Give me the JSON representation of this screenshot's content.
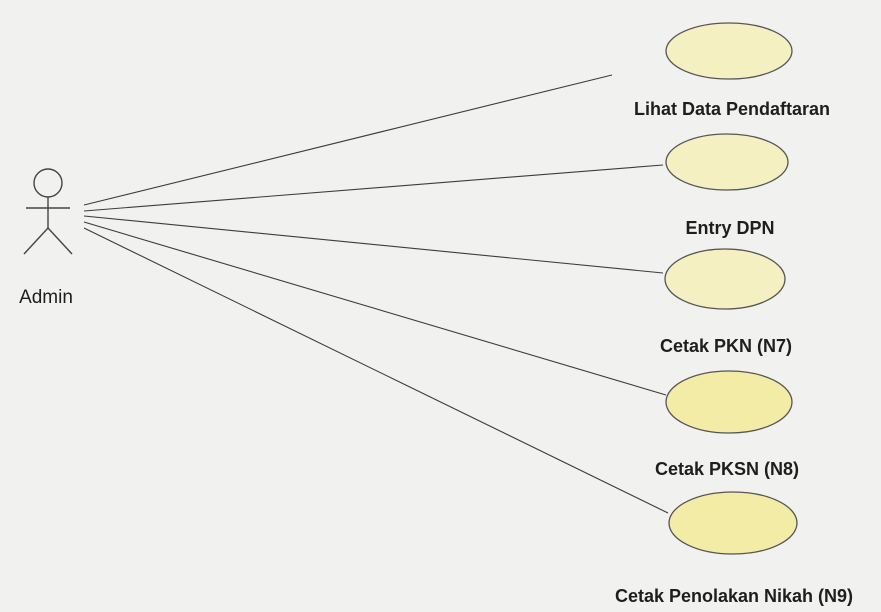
{
  "actor": {
    "name": "Admin",
    "icon": "stick-figure-actor-icon"
  },
  "use_cases": [
    {
      "label": "Lihat Data Pendaftaran",
      "color": "#f4f0c2"
    },
    {
      "label": "Entry DPN",
      "color": "#f4f0c2"
    },
    {
      "label": "Cetak PKN (N7)",
      "color": "#f4f0c2"
    },
    {
      "label": "Cetak PKSN (N8)",
      "color": "#f3eca6"
    },
    {
      "label": "Cetak Penolakan Nikah (N9)",
      "color": "#f3eca6"
    }
  ]
}
